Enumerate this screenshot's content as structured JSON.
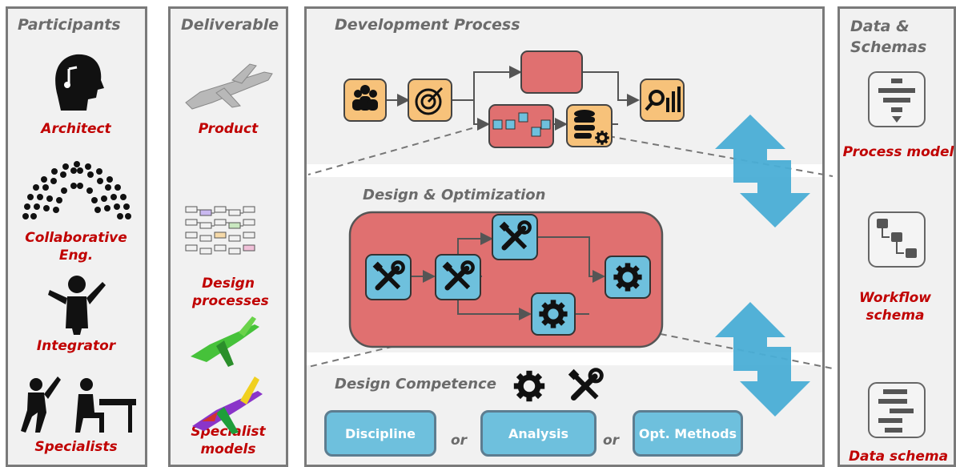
{
  "participants": {
    "header": "Participants",
    "items": [
      "Architect",
      "Collaborative Eng.",
      "Integrator",
      "Specialists"
    ]
  },
  "deliverable": {
    "header": "Deliverable",
    "items": [
      "Product",
      "Design processes",
      "Specialist models"
    ]
  },
  "process": {
    "header": "Development Process",
    "design_opt": "Design & Optimization",
    "competence": "Design Competence",
    "pills": [
      "Discipline",
      "Analysis",
      "Opt. Methods"
    ],
    "or_text": "or"
  },
  "schemas": {
    "header": "Data & Schemas",
    "items": [
      "Process model",
      "Workflow schema",
      "Data schema"
    ]
  },
  "colors": {
    "panel_bg": "#f1f1f1",
    "border": "#7a7a7a",
    "label_red": "#c00000",
    "box_red": "#e07070",
    "box_orange": "#f7c27a",
    "pill_blue": "#6ec0dd",
    "arrow_blue": "#4aaed6"
  }
}
